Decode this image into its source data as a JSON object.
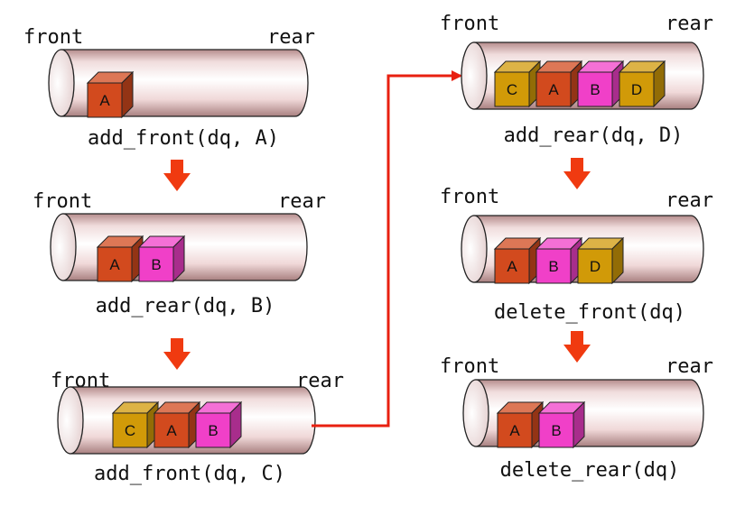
{
  "colors": {
    "A": "#d24a1e",
    "B": "#f040c8",
    "C": "#d19a08",
    "D": "#d19a08",
    "flow_arrow": "#e82010",
    "down_arrow": "#f03a10"
  },
  "steps": [
    {
      "id": "step1",
      "front_label": "front",
      "rear_label": "rear",
      "operation": "add_front(dq, A)",
      "items": [
        "A"
      ]
    },
    {
      "id": "step2",
      "front_label": "front",
      "rear_label": "rear",
      "operation": "add_rear(dq, B)",
      "items": [
        "A",
        "B"
      ]
    },
    {
      "id": "step3",
      "front_label": "front",
      "rear_label": "rear",
      "operation": "add_front(dq, C)",
      "items": [
        "C",
        "A",
        "B"
      ]
    },
    {
      "id": "step4",
      "front_label": "front",
      "rear_label": "rear",
      "operation": "add_rear(dq, D)",
      "items": [
        "C",
        "A",
        "B",
        "D"
      ]
    },
    {
      "id": "step5",
      "front_label": "front",
      "rear_label": "rear",
      "operation": "delete_front(dq)",
      "items": [
        "A",
        "B",
        "D"
      ]
    },
    {
      "id": "step6",
      "front_label": "front",
      "rear_label": "rear",
      "operation": "delete_rear(dq)",
      "items": [
        "A",
        "B"
      ]
    }
  ]
}
